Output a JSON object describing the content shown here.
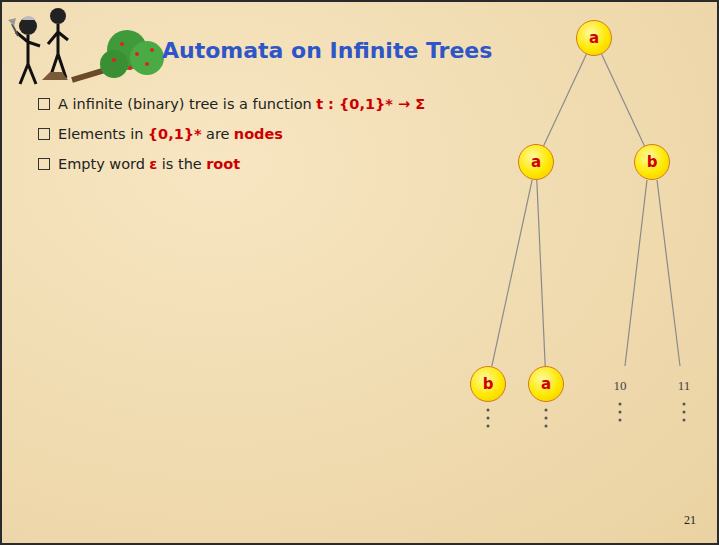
{
  "diagram": {
    "title": "Automata on Infinite Trees",
    "nodes": [
      {
        "text": [
          "a"
        ]
      },
      {
        "text": [
          "a"
        ]
      },
      {
        "text": [
          "b"
        ]
      },
      {
        "text": [
          "b"
        ]
      },
      {
        "text": [
          "a"
        ]
      }
    ],
    "edges": [
      {
        "from": 0,
        "to": 1,
        "arrow": "none"
      },
      {
        "from": 0,
        "to": 2,
        "arrow": "none"
      },
      {
        "from": 1,
        "to": 3,
        "arrow": "none"
      },
      {
        "from": 1,
        "to": 4,
        "arrow": "none"
      }
    ],
    "labels": [
      "A infinite (binary) tree is a function",
      "t : {0,1}* → Σ",
      "Elements in",
      "{0,1}*",
      "are",
      "nodes",
      "Empty word",
      "ε",
      "is the",
      "root",
      "10",
      "11",
      "21"
    ]
  }
}
